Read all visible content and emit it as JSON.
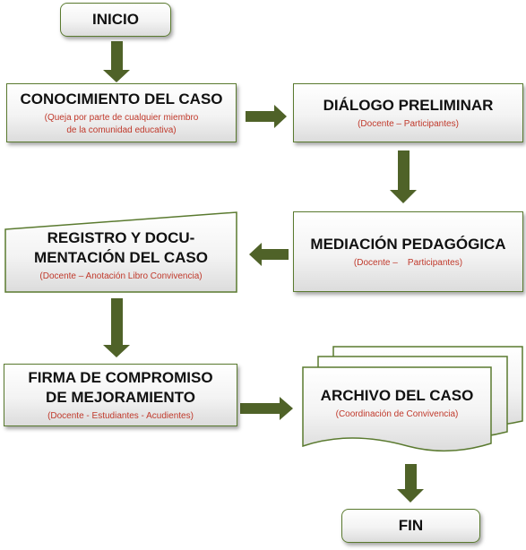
{
  "nodes": {
    "inicio": {
      "title": "INICIO"
    },
    "conocimiento": {
      "title": "CONOCIMIENTO  DEL CASO",
      "sub": "(Queja por parte de cualquier  miembro\nde la comunidad educativa)"
    },
    "dialogo": {
      "title": "DIÁLOGO PRELIMINAR",
      "sub": "(Docente – Participantes)"
    },
    "mediacion": {
      "title": "MEDIACIÓN PEDAGÓGICA",
      "sub": "(Docente –    Participantes)"
    },
    "registro": {
      "title": "REGISTRO Y DOCU-\nMENTACIÓN  DEL CASO",
      "sub": "(Docente – Anotación  Libro Convivencia)"
    },
    "firma": {
      "title": "FIRMA DE COMPROMISO\nDE MEJORAMIENTO",
      "sub": "(Docente - Estudiantes  - Acudientes)"
    },
    "archivo": {
      "title": "ARCHIVO DEL CASO",
      "sub": "(Coordinación  de Convivencia)"
    },
    "fin": {
      "title": "FIN"
    }
  },
  "colors": {
    "arrow": "#4f6228",
    "border": "#5a7a2f",
    "subtitle": "#c0392b"
  }
}
